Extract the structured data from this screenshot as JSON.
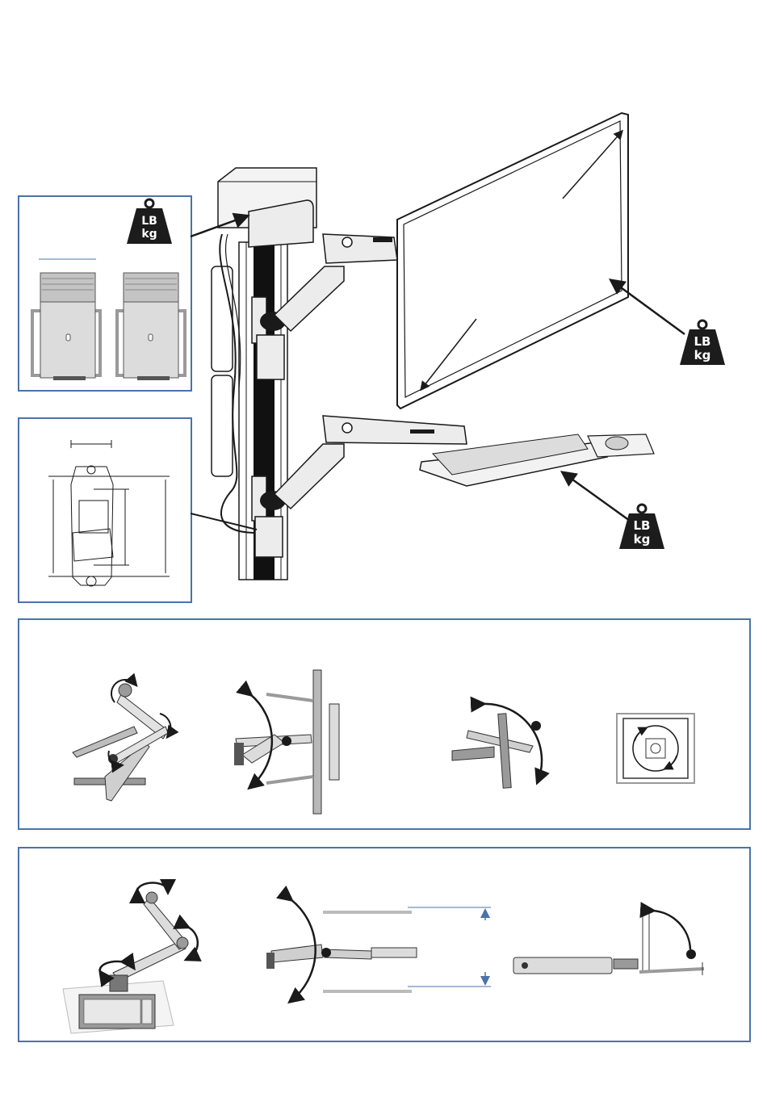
{
  "colors": {
    "panel_border": "#4a73a8",
    "line": "#1a1a1a",
    "arm_fill": "#e9e9e9",
    "screen_fill": "#ffffff",
    "gray": "#9a9a9a",
    "badge": "#1c1c1c",
    "accent_blue": "#4a73a8"
  },
  "weight_badges": [
    {
      "line1": "LB",
      "line2": "kg"
    },
    {
      "line1": "LB",
      "line2": "kg"
    },
    {
      "line1": "LB",
      "line2": "kg"
    }
  ],
  "icons": [
    "weight-icon",
    "rotation-arrow-icon",
    "cpu-holder-icon",
    "keyboard-tray-icon",
    "monitor-icon"
  ]
}
